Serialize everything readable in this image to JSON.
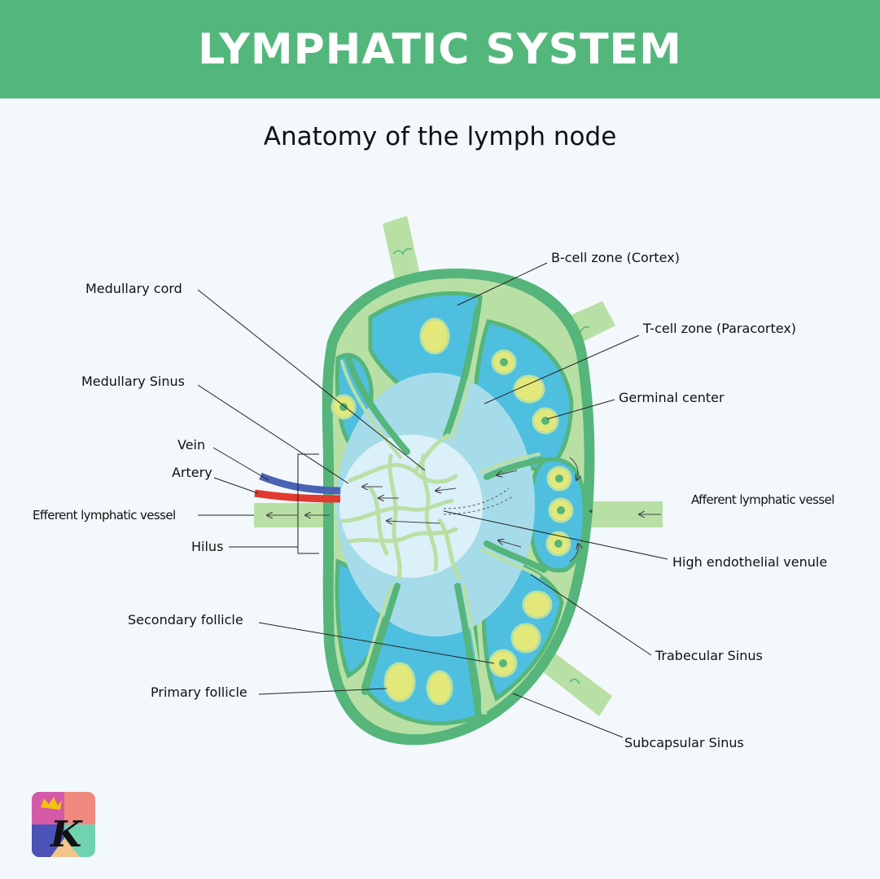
{
  "header": {
    "title": "LYMPHATIC SYSTEM"
  },
  "subtitle": "Anatomy of the lymph node",
  "labels": {
    "b_cell_zone": "B-cell zone (Cortex)",
    "medullary_cord": "Medullary cord",
    "t_cell_zone": "T-cell zone (Paracortex)",
    "medullary_sinus": "Medullary Sinus",
    "germinal_center": "Germinal center",
    "vein": "Vein",
    "artery": "Artery",
    "afferent_vessel": "Afferent lymphatic vessel",
    "efferent_vessel": "Efferent lymphatic vessel",
    "hilus": "Hilus",
    "high_endothelial_venule": "High endothelial venule",
    "trabecular_sinus": "Trabecular Sinus",
    "secondary_follicle": "Secondary follicle",
    "primary_follicle": "Primary follicle",
    "subcapsular_sinus": "Subcapsular Sinus"
  },
  "logo": {
    "letter": "K"
  },
  "colors": {
    "banner": "#53b77c",
    "background": "#f2f8fb",
    "capsule": "#55b57a",
    "sinus": "#b8e0a4",
    "cortex": "#4fbfe0",
    "paracortex": "#a6dce9",
    "medulla": "#dbf0f8",
    "follicle": "#e2e97a",
    "vein": "#4a63b5",
    "artery": "#e03a2e"
  }
}
